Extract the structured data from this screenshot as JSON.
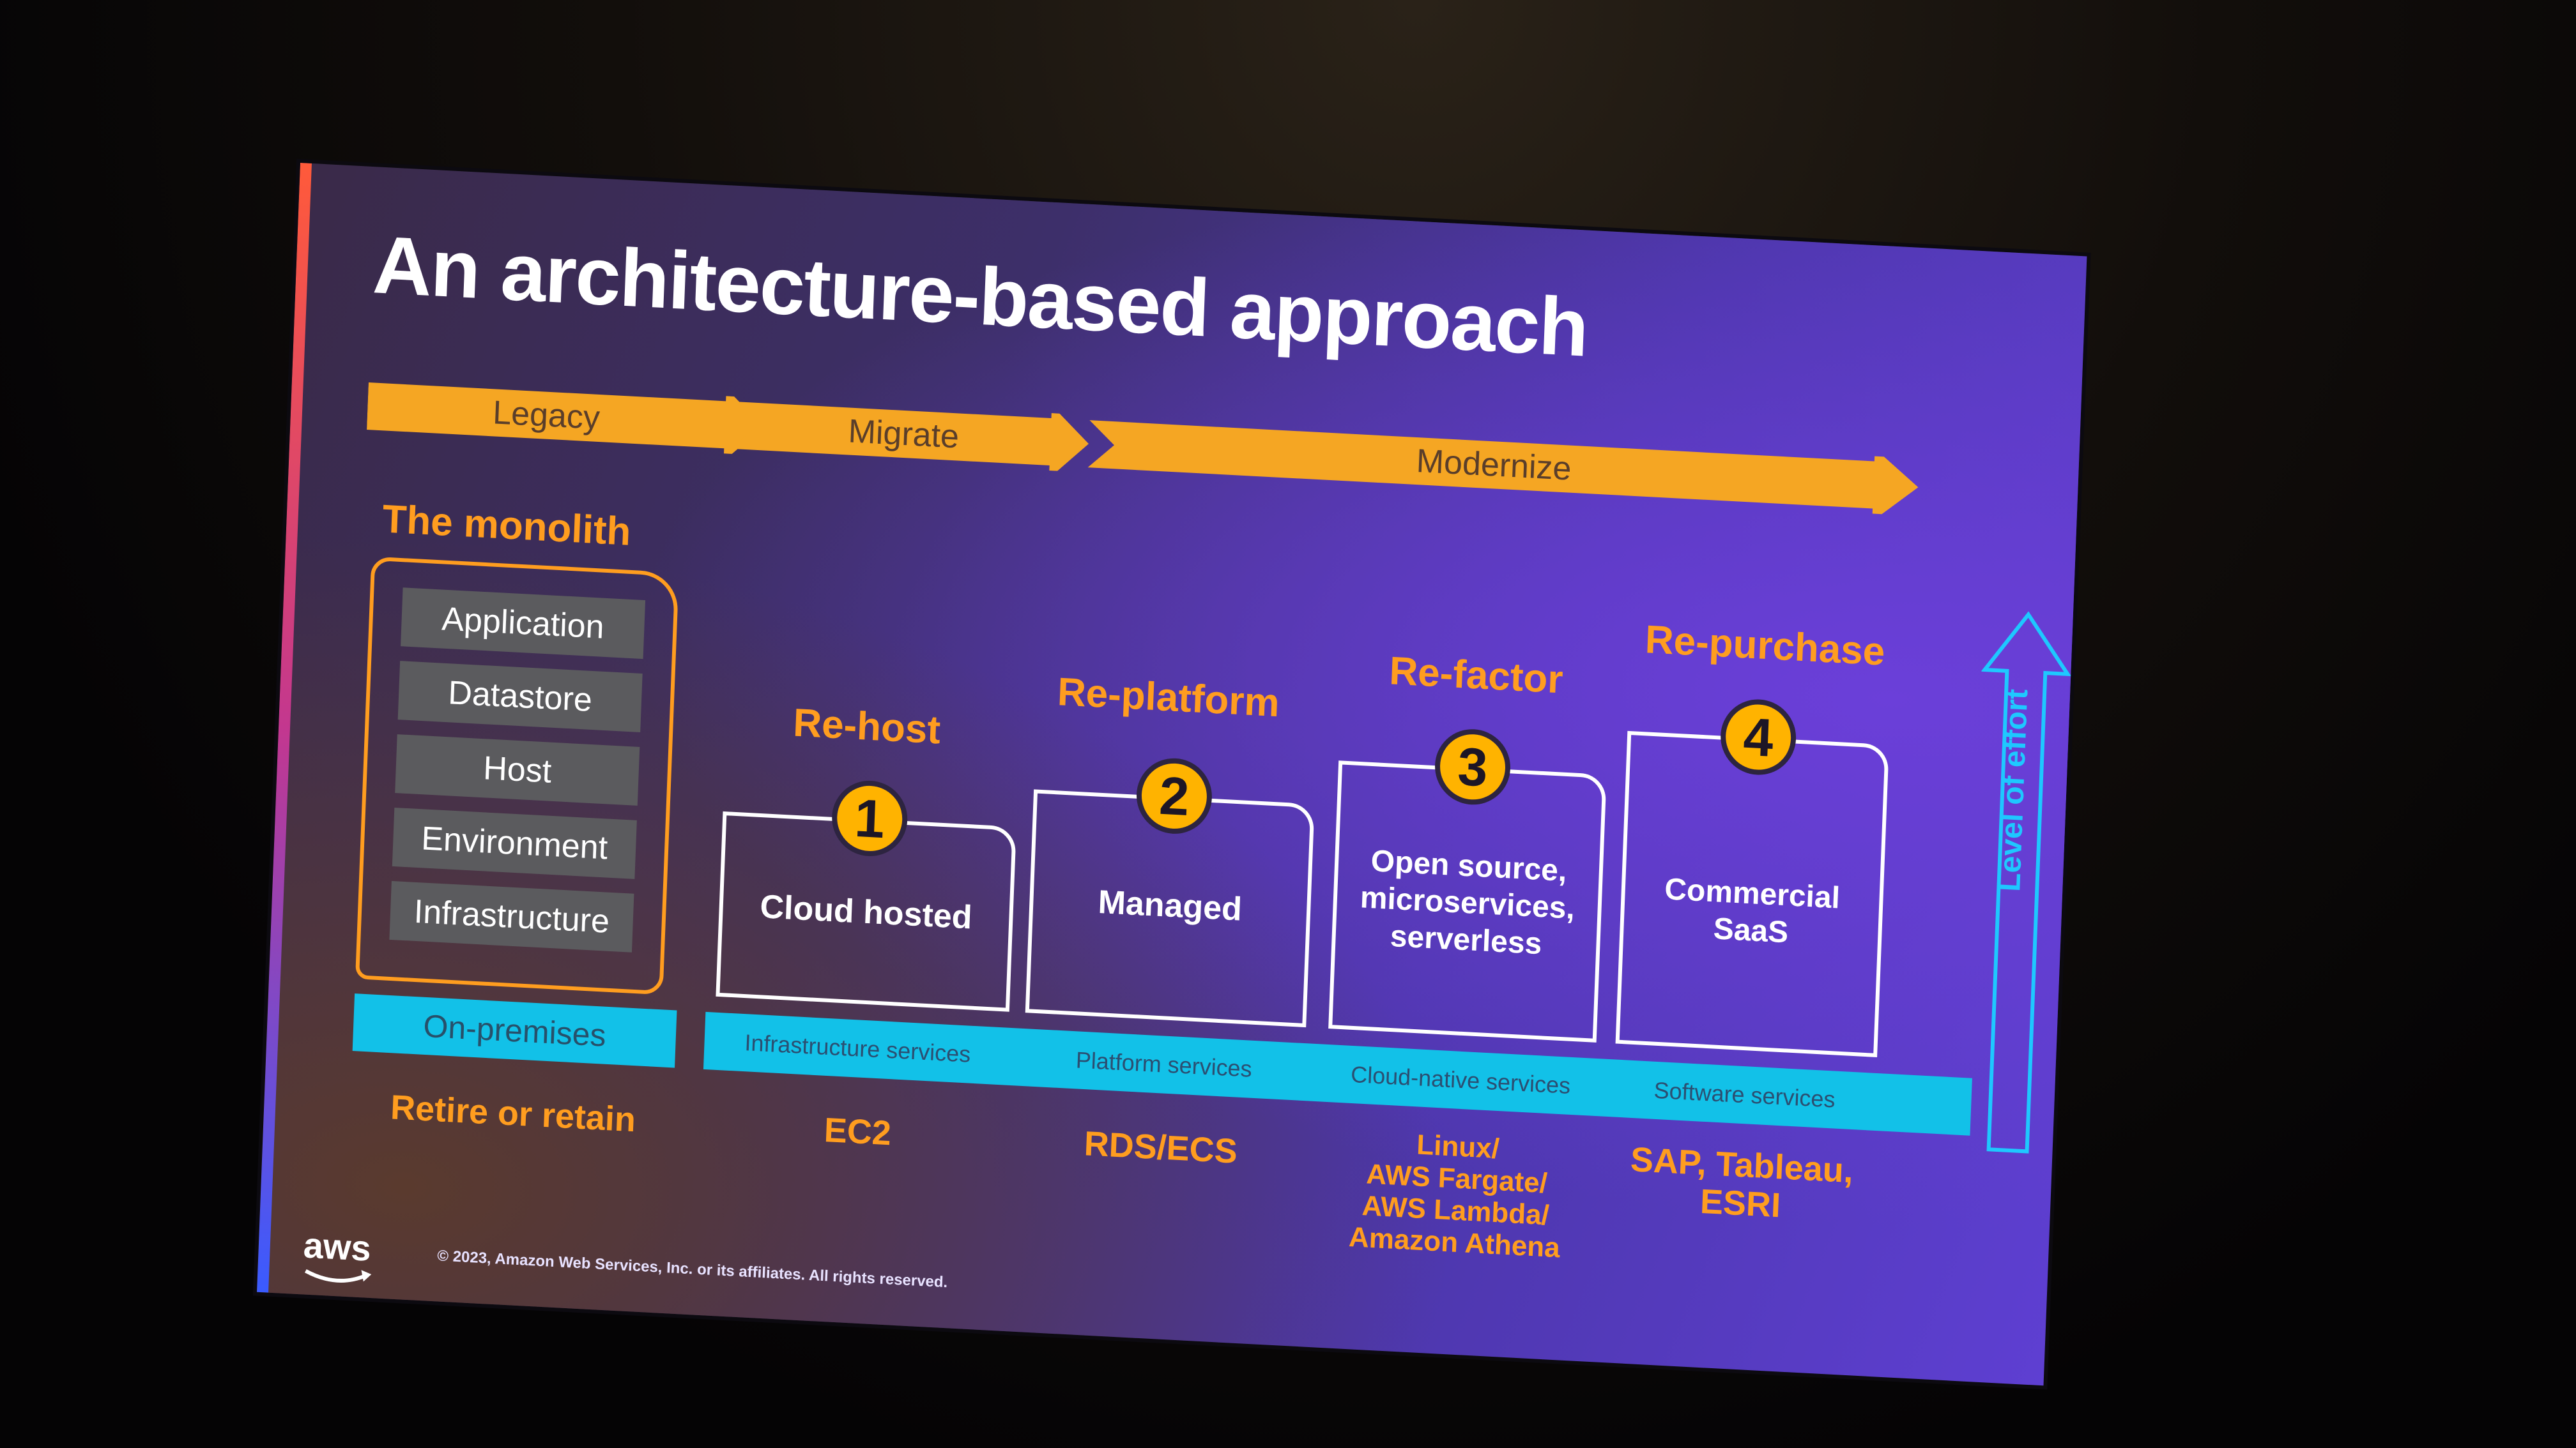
{
  "slide": {
    "title": "An architecture-based approach",
    "copyright": "© 2023, Amazon Web Services, Inc. or its affiliates. All rights reserved.",
    "logo_text": "aws"
  },
  "phases": [
    {
      "label": "Legacy"
    },
    {
      "label": "Migrate"
    },
    {
      "label": "Modernize"
    }
  ],
  "monolith": {
    "title": "The monolith",
    "layers": [
      "Application",
      "Datastore",
      "Host",
      "Environment",
      "Infrastructure"
    ],
    "base_label": "On-premises",
    "example": "Retire or retain"
  },
  "strategies": [
    {
      "number": "1",
      "title": "Re-host",
      "box_label": "Cloud hosted",
      "service": "Infrastructure services",
      "example": "EC2"
    },
    {
      "number": "2",
      "title": "Re-platform",
      "box_label": "Managed",
      "service": "Platform services",
      "example": "RDS/ECS"
    },
    {
      "number": "3",
      "title": "Re-factor",
      "box_label": "Open source,\nmicroservices,\nserverless",
      "service": "Cloud-native services",
      "example": "Linux/\nAWS Fargate/\nAWS Lambda/\nAmazon Athena"
    },
    {
      "number": "4",
      "title": "Re-purchase",
      "box_label": "Commercial\nSaaS",
      "service": "Software services",
      "example": "SAP, Tableau,\nESRI"
    }
  ],
  "effort_axis": {
    "label": "Level of effort"
  },
  "colors": {
    "arrow": "#f5a623",
    "accent_text": "#ff9d1f",
    "service_bar": "#12c1e8",
    "badge": "#ffb300",
    "effort_arrow": "#1ec8ff"
  }
}
